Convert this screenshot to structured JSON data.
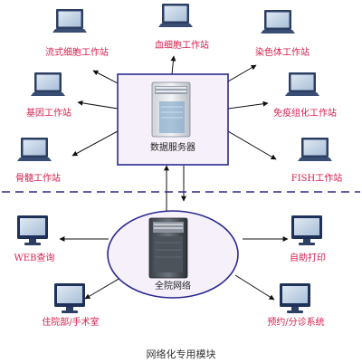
{
  "caption": "网络化专用模块",
  "data_server": {
    "label": "数据服务器"
  },
  "hospital_network": {
    "label": "全院网络"
  },
  "top_stations": [
    {
      "id": "flow",
      "label": "流式细胞工作站"
    },
    {
      "id": "blood",
      "label": "血细胞工作站"
    },
    {
      "id": "chromo",
      "label": "染色体工作站"
    },
    {
      "id": "gene",
      "label": "基因工作站"
    },
    {
      "id": "immuno",
      "label": "免疫组化工作站"
    },
    {
      "id": "marrow",
      "label": "骨髓工作站"
    },
    {
      "id": "fish",
      "label": "FISH工作站"
    }
  ],
  "bottom_stations": [
    {
      "id": "web",
      "label": "WEB查询"
    },
    {
      "id": "print",
      "label": "自助打印"
    },
    {
      "id": "ward",
      "label": "住院部/手术室"
    },
    {
      "id": "appt",
      "label": "预约/分诊系统"
    }
  ],
  "colors": {
    "label": "#d6204e",
    "box_border": "#2b2a8f",
    "box_fill": "#f6f0fa",
    "divider": "#2b2a8f",
    "arrow": "#111111"
  }
}
